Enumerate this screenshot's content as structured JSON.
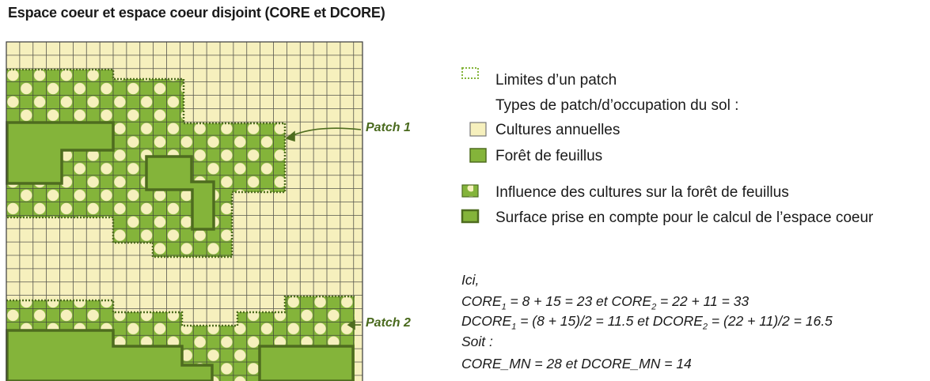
{
  "title": "Espace coeur et espace coeur disjoint (CORE et DCORE)",
  "colors": {
    "crop": "#f6f0bd",
    "forest": "#84b43a",
    "dots": "#f6f0bd",
    "border": "#4e6c1f",
    "grid": "#3a3a3a"
  },
  "labels": {
    "patch1": "Patch 1",
    "patch2": "Patch 2"
  },
  "legend": {
    "patch_limits": "Limites d’un patch",
    "types_heading": "Types de patch/d’occupation du sol :",
    "crops": "Cultures annuelles",
    "forest": "Forêt de feuillus",
    "influence": "Influence des cultures sur la forêt de feuillus",
    "core_area": "Surface prise en compte pour le calcul de l’espace coeur"
  },
  "formulas": {
    "intro": "Ici,",
    "l1_a": "CORE",
    "l1_s1": "1",
    "l1_b": " = 8 + 15 = 23 et CORE",
    "l1_s2": "2",
    "l1_c": " = 22 + 11 = 33",
    "l2_a": "DCORE",
    "l2_s1": "1",
    "l2_b": " = (8 + 15)/2 = 11.5 et DCORE",
    "l2_s2": "2",
    "l2_c": " = (22 + 11)/2 = 16.5",
    "soit": "Soit :",
    "result": "CORE_MN = 28 et DCORE_MN = 14"
  }
}
